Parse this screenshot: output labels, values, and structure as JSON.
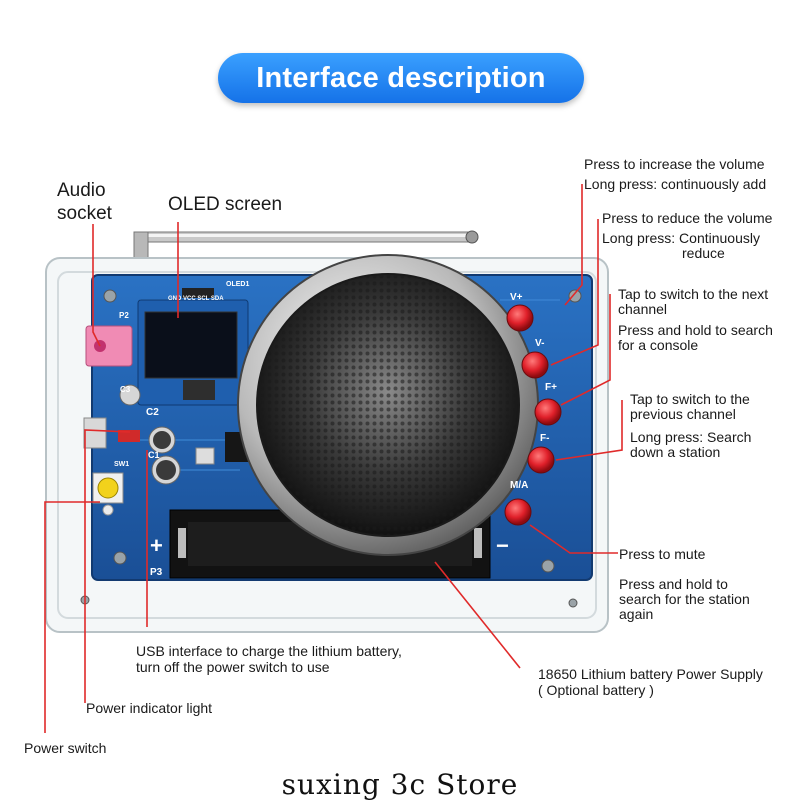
{
  "header": {
    "title": "Interface description"
  },
  "labels": {
    "audio_socket_1": "Audio",
    "audio_socket_2": "socket",
    "oled_screen": "OLED screen",
    "vol_up_1": "Press to increase the volume",
    "vol_up_2": "Long press: continuously add",
    "vol_down_1": "Press to reduce the volume",
    "vol_down_2": "Long press: Continuously",
    "vol_down_3": "reduce",
    "next_1": "Tap to switch to the next",
    "next_2": "channel",
    "next_3": "Press and hold to search",
    "next_4": "for a console",
    "prev_1": "Tap to switch to the",
    "prev_2": "previous channel",
    "prev_3": "Long press: Search",
    "prev_4": "down a station",
    "mute_1": "Press to mute",
    "mute_2": "Press and hold to",
    "mute_3": "search for the station",
    "mute_4": "again",
    "usb_1": "USB interface to charge the lithium battery,",
    "usb_2": "turn off the power switch to use",
    "battery_1": "18650 Lithium battery Power Supply",
    "battery_2": "( Optional battery )",
    "power_light": "Power indicator light",
    "power_switch": "Power switch"
  },
  "board": {
    "buttons": [
      "V+",
      "V-",
      "F+",
      "F-",
      "M/A"
    ],
    "silk": {
      "plus": "+",
      "minus": "−",
      "p3": "P3",
      "p2": "P2",
      "c1": "C1",
      "c2": "C2",
      "c3": "C3",
      "sw1": "SW1",
      "oled_pins": "GND VCC SCL SDA",
      "oled": "OLED1"
    }
  },
  "footer": {
    "store": "suxing 3c Store"
  },
  "colors": {
    "pill": "#1572e8",
    "pcb": "#1f5fae",
    "button": "#e0202a",
    "switch": "#f2d21b",
    "socket": "#f08bb4"
  }
}
